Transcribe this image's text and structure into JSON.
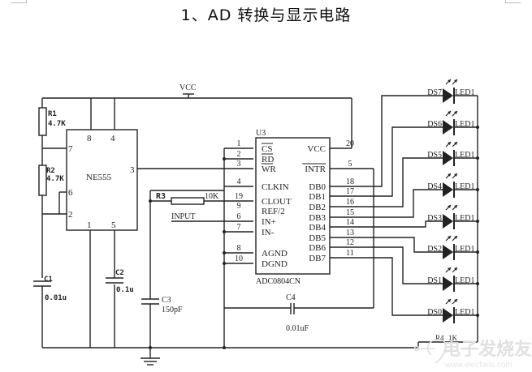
{
  "title": "1、AD 转换与显示电路",
  "power": {
    "vcc_label": "VCC"
  },
  "ne555": {
    "name": "NE555",
    "pins": {
      "p8": "8",
      "p4": "4",
      "p7": "7",
      "p6": "6",
      "p2": "2",
      "p3": "3",
      "p1": "1",
      "p5": "5"
    }
  },
  "resistors": {
    "r1": {
      "ref": "R1",
      "value": "4.7K"
    },
    "r2": {
      "ref": "R2",
      "value": "4.7K"
    },
    "r3": {
      "ref": "R3",
      "value": "10K"
    },
    "r4": {
      "ref": "R4",
      "value": "1K"
    }
  },
  "capacitors": {
    "c1": {
      "ref": "C1",
      "value": "0.01u"
    },
    "c2": {
      "ref": "C2",
      "value": "0.1u"
    },
    "c3": {
      "ref": "C3",
      "value": "150pF"
    },
    "c4": {
      "ref": "C4",
      "value": "0.01uF"
    }
  },
  "input_label": "INPUT",
  "adc": {
    "ref": "U3",
    "part": "ADC0804CN",
    "left_pins": [
      {
        "num": "1",
        "name": "CS",
        "overline": true
      },
      {
        "num": "2",
        "name": "RD",
        "overline": true
      },
      {
        "num": "3",
        "name": "WR",
        "overline": true
      },
      {
        "num": "4",
        "name": "CLKIN"
      },
      {
        "num": "19",
        "name": "CLOUT"
      },
      {
        "num": "9",
        "name": "REF/2"
      },
      {
        "num": "6",
        "name": "IN+"
      },
      {
        "num": "7",
        "name": "IN-"
      },
      {
        "num": "8",
        "name": "AGND"
      },
      {
        "num": "10",
        "name": "DGND"
      }
    ],
    "right_pins": [
      {
        "num": "20",
        "name": "VCC"
      },
      {
        "num": "5",
        "name": "INTR",
        "overline": true
      },
      {
        "num": "18",
        "name": "DB0"
      },
      {
        "num": "17",
        "name": "DB1"
      },
      {
        "num": "16",
        "name": "DB2"
      },
      {
        "num": "15",
        "name": "DB3"
      },
      {
        "num": "14",
        "name": "DB4"
      },
      {
        "num": "13",
        "name": "DB5"
      },
      {
        "num": "12",
        "name": "DB6"
      },
      {
        "num": "11",
        "name": "DB7"
      }
    ]
  },
  "leds": [
    {
      "ref": "DS7",
      "part": "LED1"
    },
    {
      "ref": "DS6",
      "part": "LED1"
    },
    {
      "ref": "DS5",
      "part": "LED1"
    },
    {
      "ref": "DS4",
      "part": "LED1"
    },
    {
      "ref": "DS3",
      "part": "LED1"
    },
    {
      "ref": "DS2",
      "part": "LED1"
    },
    {
      "ref": "DS1",
      "part": "LED1"
    },
    {
      "ref": "DS0",
      "part": "LED1"
    }
  ],
  "watermark": {
    "text": "电子发烧友",
    "url_text": "www.elecfans.com"
  }
}
